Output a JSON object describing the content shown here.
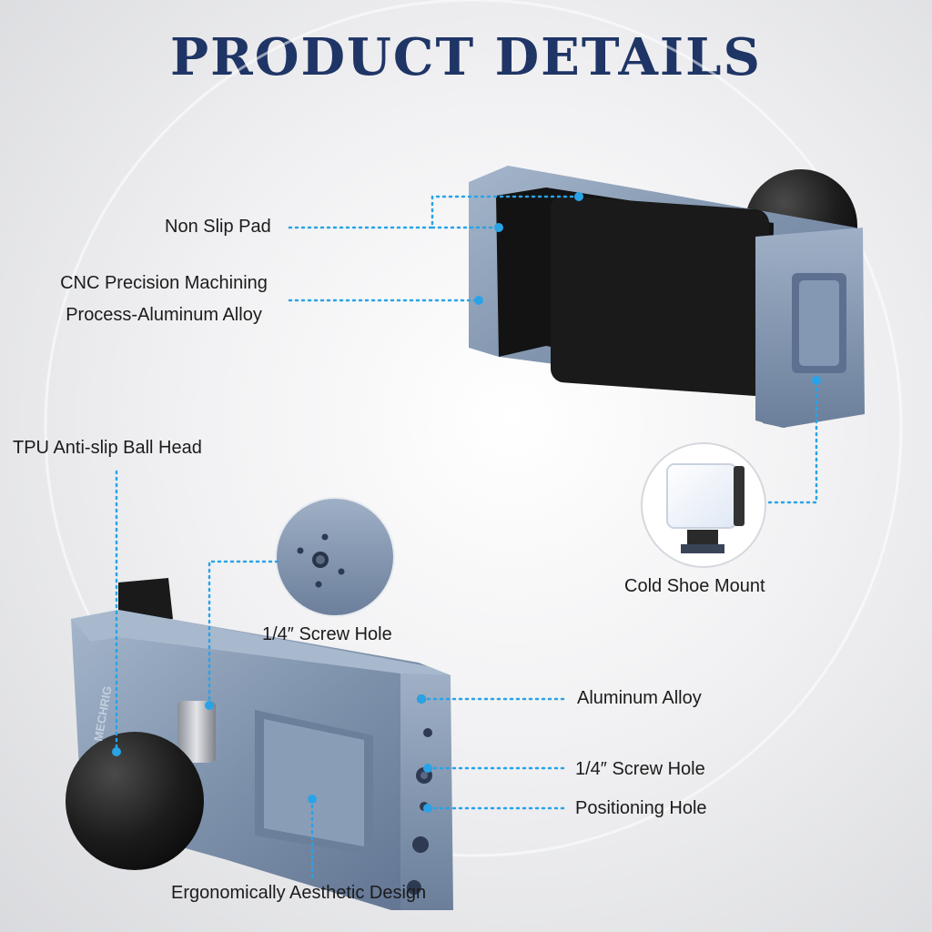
{
  "title": "PRODUCT  DETAILS",
  "callouts": {
    "non_slip_pad": "Non Slip Pad",
    "cnc_line1": "CNC Precision Machining",
    "cnc_line2": "Process-Aluminum Alloy",
    "tpu_ball_head": "TPU Anti-slip Ball Head",
    "cold_shoe_mount": "Cold Shoe Mount",
    "screw_hole_top": "1/4″ Screw Hole",
    "aluminum_alloy": "Aluminum Alloy",
    "screw_hole_side": "1/4″ Screw Hole",
    "positioning_hole": "Positioning Hole",
    "ergonomic_design": "Ergonomically Aesthetic Design"
  },
  "brand_mark": "MECHRIG",
  "colors": {
    "title": "#1f3566",
    "aluminum": "#7f93ad",
    "callout_line": "#2aa3e6",
    "pad": "#141414",
    "ball": "#1a1a1a"
  }
}
